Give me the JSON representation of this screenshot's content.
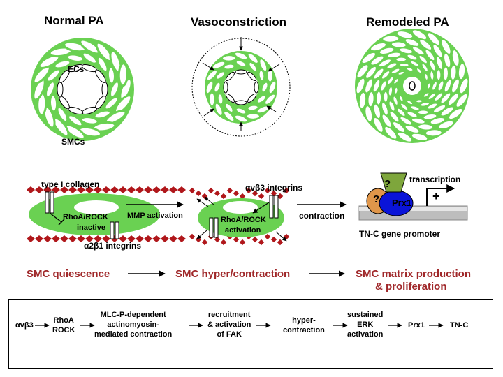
{
  "panels": {
    "normal_title": "Normal PA",
    "vaso_title": "Vasoconstriction",
    "remodeled_title": "Remodeled PA",
    "ecs_label": "ECs",
    "smcs_label": "SMCs"
  },
  "mechanism": {
    "collagen_label": "type I collagen",
    "rhoa_inactive_label": "RhoA/ROCK",
    "inactive_label": "inactive",
    "a2b1_label": "α2β1 integrins",
    "mmp_label": "MMP activation",
    "avb3_label": "αvβ3 integrins",
    "rhoa_active_label": "RhoA/ROCK",
    "activation_label": "activation",
    "contraction_label": "contraction",
    "transcription_label": "transcription",
    "plus_label": "+",
    "q1_label": "?",
    "q2_label": "?",
    "prx1_label": "Prx1",
    "promoter_label": "TN-C gene promoter"
  },
  "stages": {
    "quiescence": "SMC quiescence",
    "hyper": "SMC hyper/contraction",
    "matrix_line1": "SMC matrix production",
    "matrix_line2": "& proliferation"
  },
  "pathway": {
    "steps": [
      {
        "lines": [
          "αvβ3"
        ]
      },
      {
        "lines": [
          "RhoA",
          "ROCK"
        ]
      },
      {
        "lines": [
          "MLC-P-dependent",
          "actinomyosin-",
          "mediated contraction"
        ]
      },
      {
        "lines": [
          "recruitment",
          "& activation",
          "of FAK"
        ]
      },
      {
        "lines": [
          "hyper-",
          "contraction"
        ]
      },
      {
        "lines": [
          "sustained",
          "ERK",
          "activation"
        ]
      },
      {
        "lines": [
          "Prx1"
        ]
      },
      {
        "lines": [
          "TN-C"
        ]
      }
    ]
  },
  "colors": {
    "smc_green": "#6ad152",
    "collagen_red": "#b0171b",
    "stage_red": "#a0282a",
    "prx1_blue": "#0a14d8",
    "orange": "#e0964a",
    "olive": "#7ea63c",
    "promoter_grey": "#bdbdbd"
  }
}
